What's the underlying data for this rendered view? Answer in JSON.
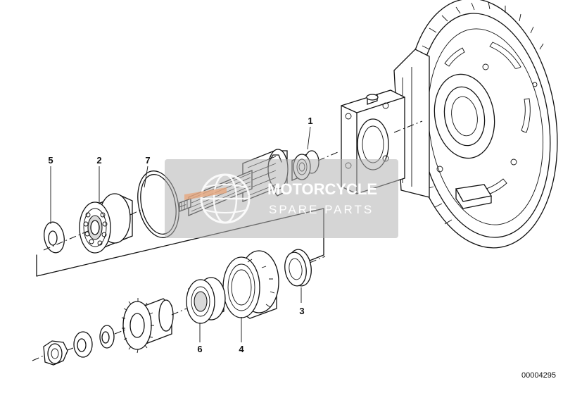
{
  "callouts": {
    "c1": "1",
    "c2": "2",
    "c3": "3",
    "c4": "4",
    "c5": "5",
    "c6": "6",
    "c7": "7"
  },
  "reference_number": "00004295",
  "watermark": {
    "line1": "MOTORCYCLE",
    "line2": "SPARE PARTS"
  }
}
